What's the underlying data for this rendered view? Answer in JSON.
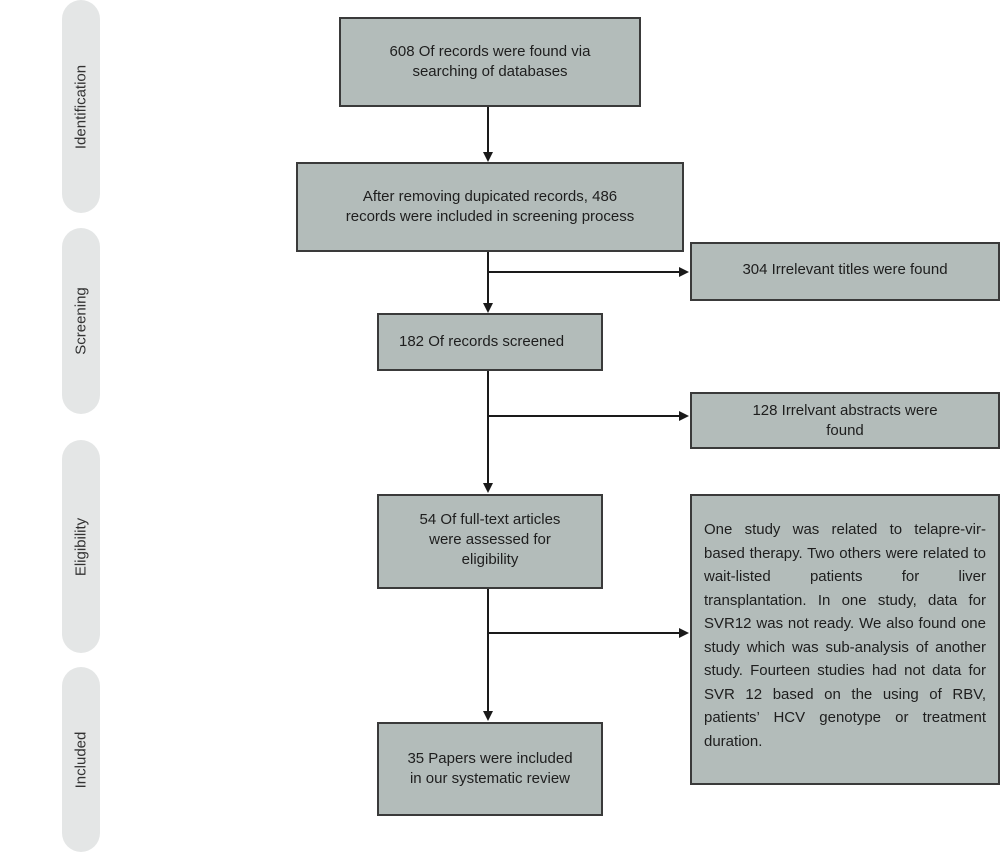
{
  "stages": [
    {
      "id": "identification",
      "label": "Identification"
    },
    {
      "id": "screening",
      "label": "Screening"
    },
    {
      "id": "eligibility",
      "label": "Eligibility"
    },
    {
      "id": "included",
      "label": "Included"
    }
  ],
  "boxes": {
    "records_found": "608 Of records were found via\nsearching of databases",
    "after_dedup": "After removing dupicated records, 486\nrecords were included in screening process",
    "irrelevant_titles": "304 Irrelevant titles were found",
    "records_screened": "182 Of records screened",
    "irrelevant_abstracts": "128 Irrelvant abstracts were\nfound",
    "fulltext_assessed": "54 Of full-text articles\nwere assessed for\neligibility",
    "exclusion_details": "One study was related to telapre-vir-based therapy. Two others were related to wait-listed patients for liver transplantation. In one study, data for SVR12 was not ready. We also found one study which was sub-analysis of another study. Fourteen studies had not data for SVR 12 based on the using of RBV, patients’ HCV genotype or treatment duration.",
    "papers_included": "35 Papers were included\nin our systematic review"
  },
  "colors": {
    "box_fill": "#b3bcba",
    "box_border": "#3a3a3a",
    "stage_fill": "#e4e6e6",
    "arrow": "#1a1a1a"
  }
}
